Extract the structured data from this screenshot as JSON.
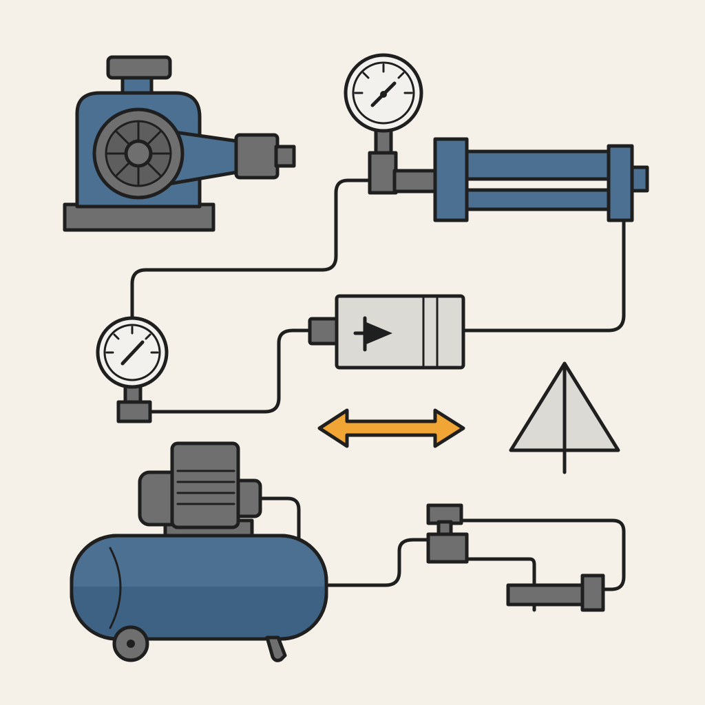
{
  "colors": {
    "background": "#f6f1e8",
    "outline": "#1f1f1f",
    "steel_blue": "#4c7092",
    "dark_blue": "#3e6283",
    "grey": "#6f6f6f",
    "light_grey": "#dcdad5",
    "gauge_face": "#f2f1ee",
    "accent_orange": "#f0a534"
  },
  "components": [
    {
      "name": "hydraulic-pump",
      "icon": "pump-icon"
    },
    {
      "name": "pressure-gauge-top",
      "icon": "gauge-icon"
    },
    {
      "name": "hydraulic-cylinder",
      "icon": "cylinder-icon"
    },
    {
      "name": "pressure-gauge-left",
      "icon": "gauge-icon"
    },
    {
      "name": "check-valve-block",
      "icon": "valve-icon"
    },
    {
      "name": "bidirectional-arrow",
      "icon": "double-arrow-icon"
    },
    {
      "name": "triangle-symbol",
      "icon": "triangle-icon"
    },
    {
      "name": "air-compressor",
      "icon": "compressor-icon"
    },
    {
      "name": "pneumatic-actuator",
      "icon": "actuator-icon"
    }
  ]
}
